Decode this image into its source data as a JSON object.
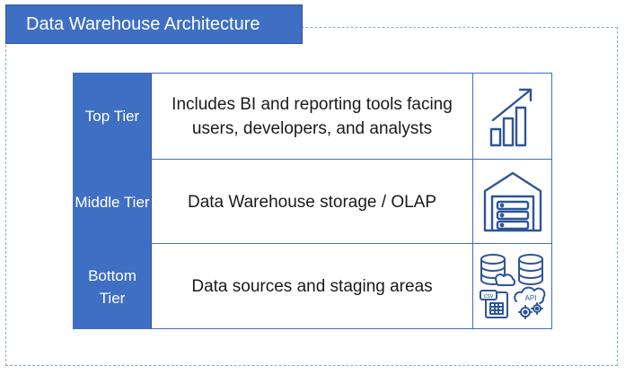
{
  "title": "Data Warehouse Architecture",
  "tiers": [
    {
      "label": "Top Tier",
      "description": "Includes BI and reporting tools facing users, developers, and analysts",
      "icon": "bar-chart-growth-icon"
    },
    {
      "label": "Middle Tier",
      "description": "Data Warehouse storage / OLAP",
      "icon": "warehouse-server-icon"
    },
    {
      "label": "Bottom Tier",
      "description": "Data sources and staging areas",
      "icon": "data-sources-icon"
    }
  ],
  "icon_labels": {
    "csv": "csv",
    "api": "API"
  },
  "colors": {
    "accent": "#3f6fc3",
    "icon_stroke": "#2f5597",
    "frame_border": "#8faad3"
  }
}
